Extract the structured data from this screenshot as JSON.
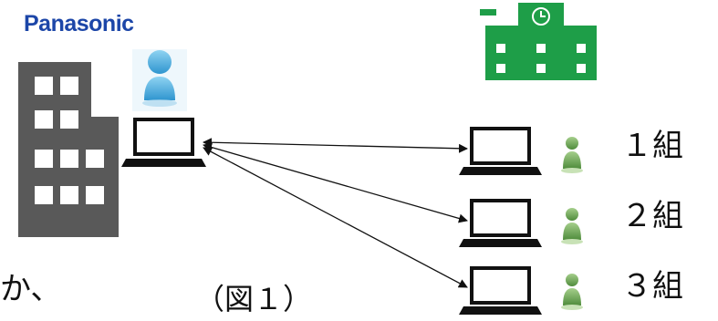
{
  "logo": {
    "text": "Panasonic"
  },
  "classes": [
    {
      "label": "１組"
    },
    {
      "label": "２組"
    },
    {
      "label": "３組"
    }
  ],
  "caption": "（図１）",
  "fragment_text": "か、",
  "colors": {
    "logo_blue": "#1c46a8",
    "office_building": "#595959",
    "school_green": "#1e9e48",
    "student_green": "#6fa85a",
    "teacher_blue": "#3aa6dc",
    "laptop": "#111111"
  },
  "icons": {
    "office": "office-building-icon",
    "school": "school-building-icon",
    "teacher": "teacher-person-icon",
    "student": "student-person-icon",
    "laptop": "laptop-icon"
  }
}
